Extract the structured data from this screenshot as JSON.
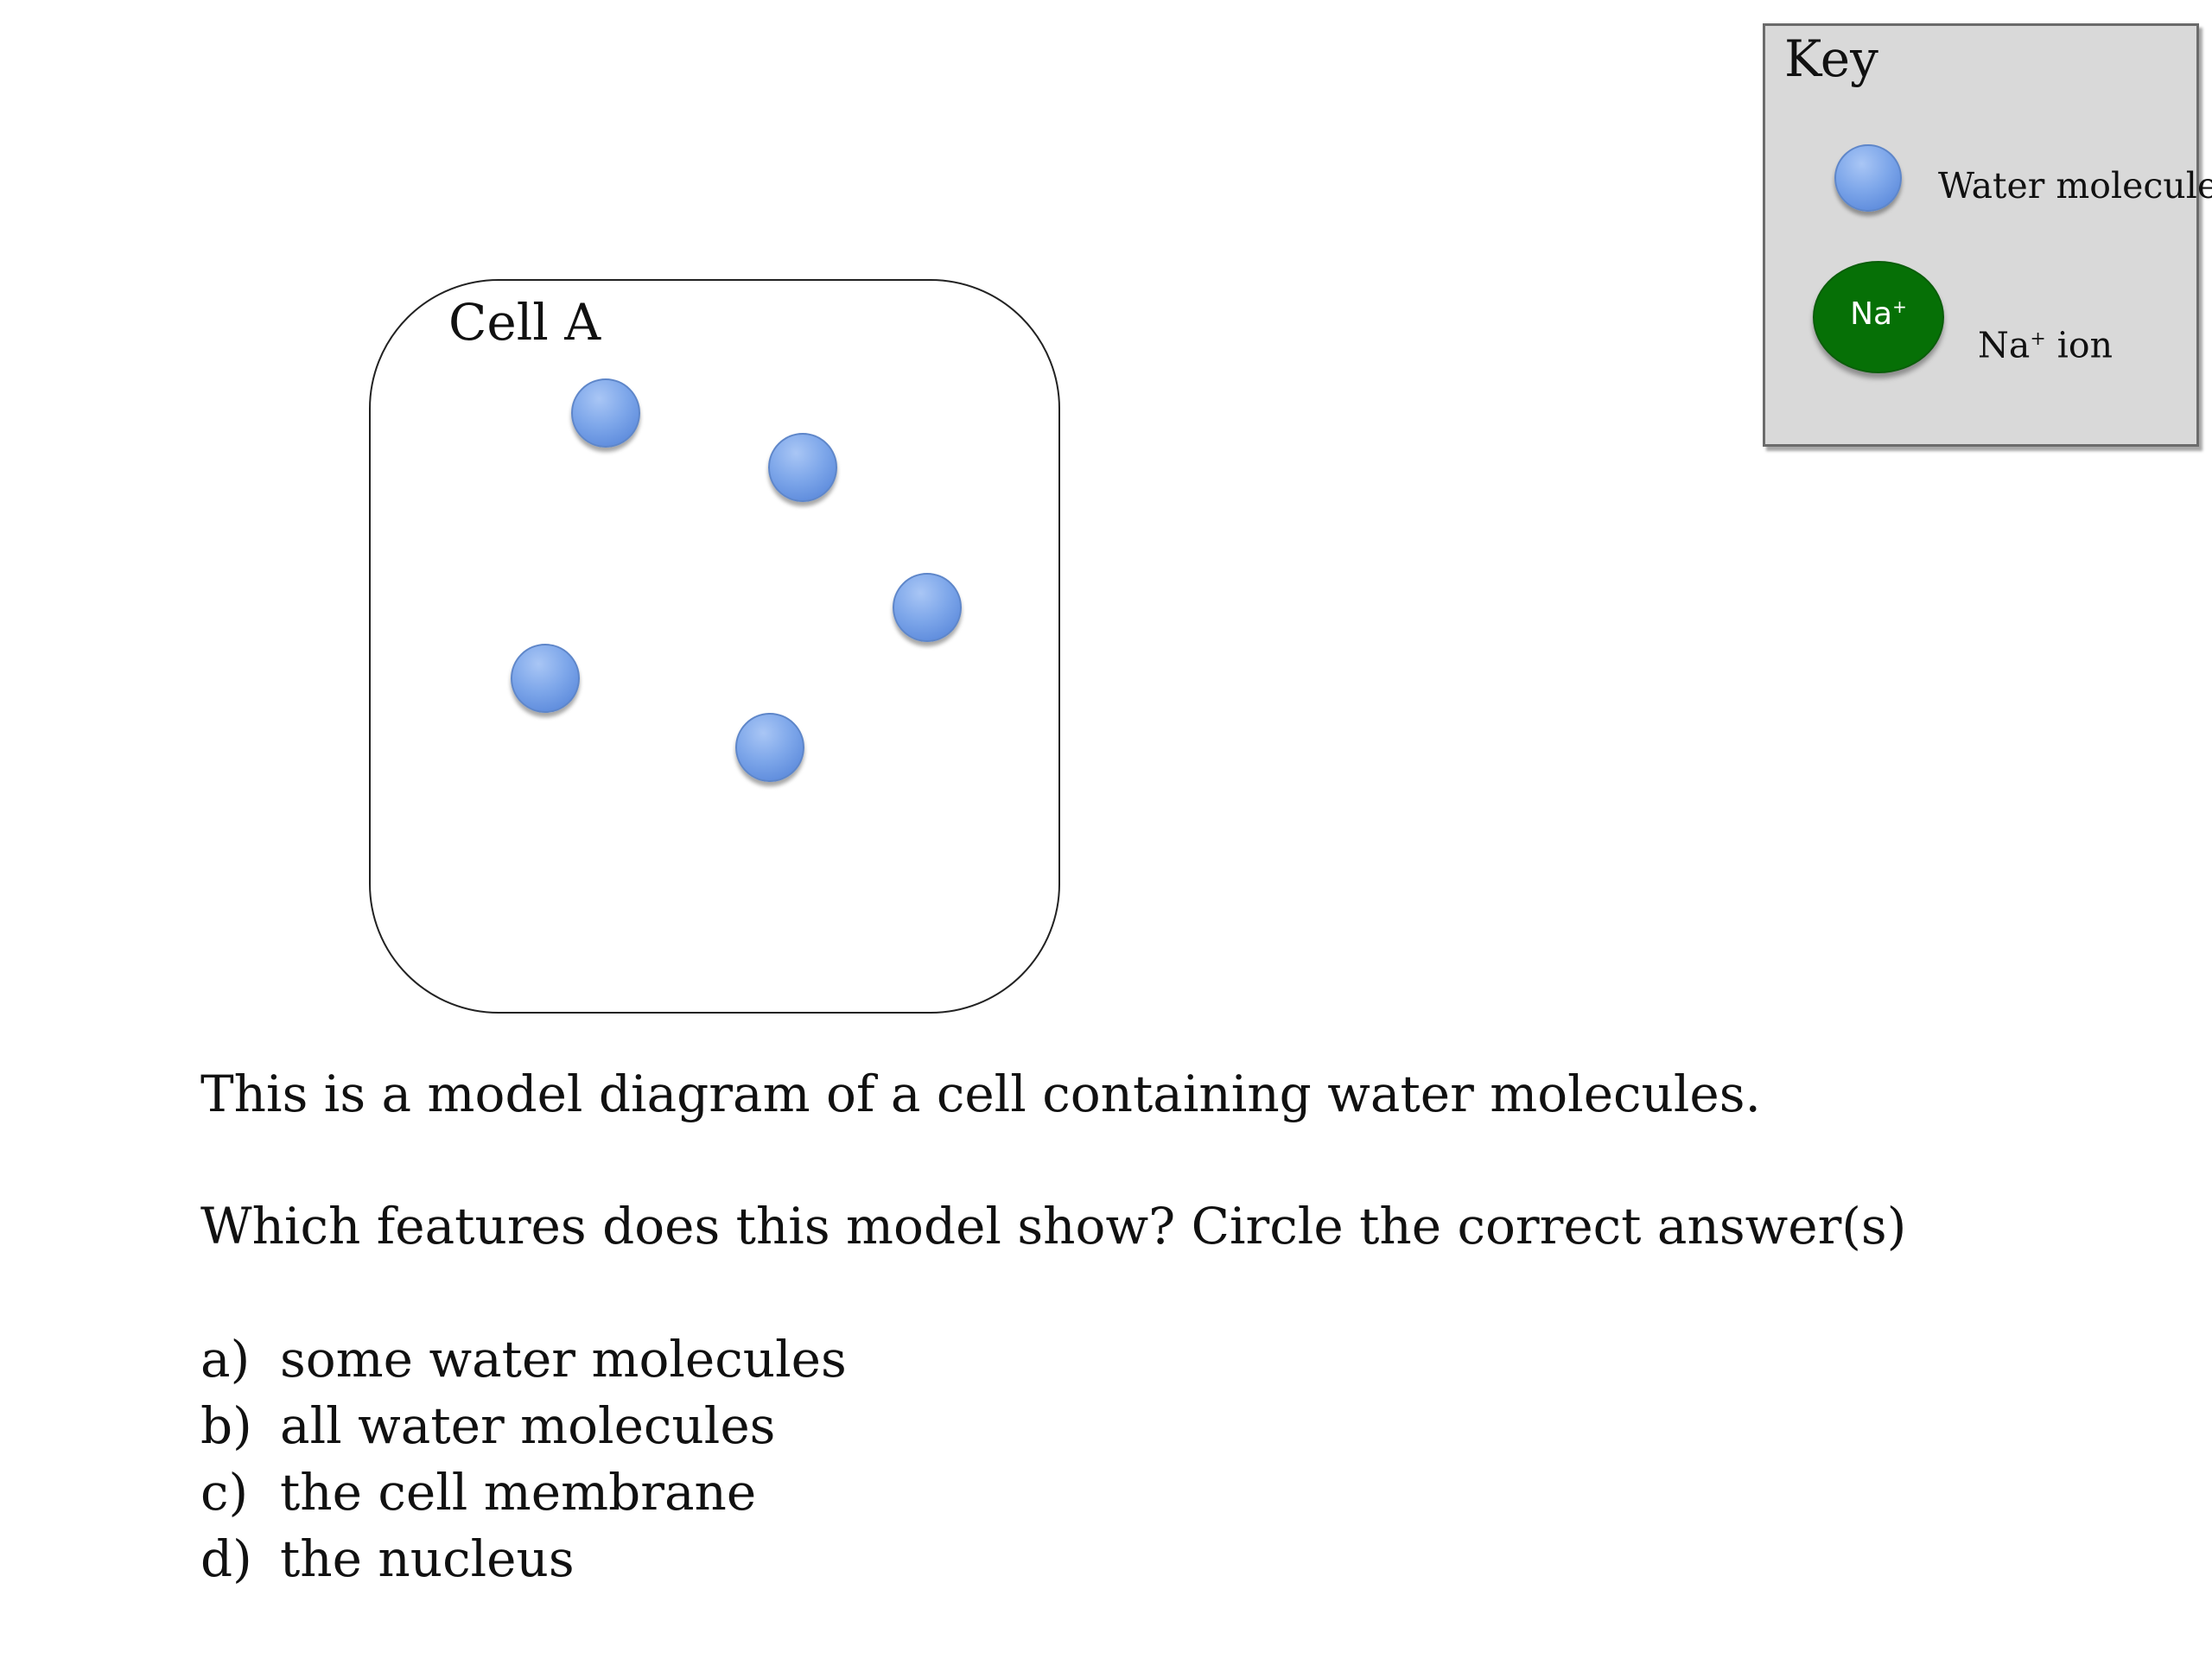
{
  "key": {
    "title": "Key",
    "water_label": "Water molecule",
    "na_icon_base": "Na",
    "na_icon_sup": "+",
    "na_label_base": "Na",
    "na_label_sup": "+",
    "na_label_rest": " ion",
    "water_color": "#7ea7ea",
    "na_color": "#067006"
  },
  "cell": {
    "label": "Cell A",
    "water_molecule_count": 5
  },
  "text": {
    "description": "This is a model diagram of a cell containing water molecules.",
    "question": "Which features does this model show? Circle the correct answer(s)"
  },
  "options": [
    {
      "letter": "a)",
      "text": "some water molecules"
    },
    {
      "letter": "b)",
      "text": "all water molecules"
    },
    {
      "letter": "c)",
      "text": "the cell membrane"
    },
    {
      "letter": "d)",
      "text": "the nucleus"
    }
  ]
}
